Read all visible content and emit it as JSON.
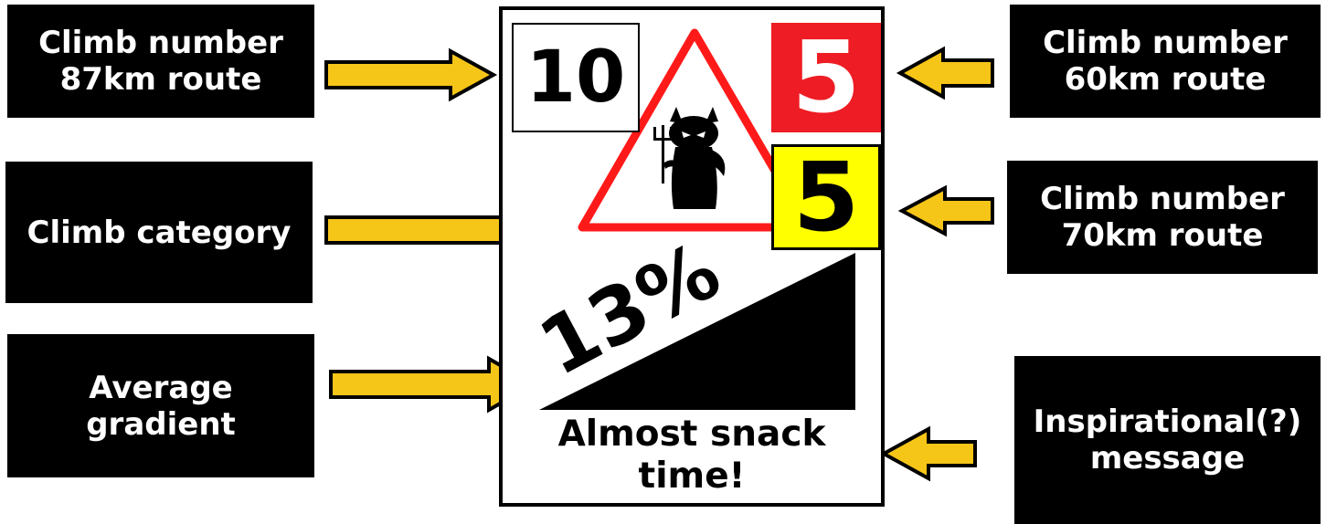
{
  "labels": {
    "climb_87_line1": "Climb number",
    "climb_87_line2": "87km route",
    "climb_category": "Climb category",
    "average_line1": "Average",
    "average_line2": "gradient",
    "climb_60_line1": "Climb number",
    "climb_60_line2": "60km route",
    "climb_70_line1": "Climb number",
    "climb_70_line2": "70km route",
    "message_line1": "Inspirational(?)",
    "message_line2": "message"
  },
  "sign": {
    "climb_87": "10",
    "climb_60": "5",
    "climb_70": "5",
    "gradient": "13%",
    "message_line1": "Almost snack",
    "message_line2": "time!"
  },
  "colors": {
    "arrow_fill": "#f5c518",
    "triangle_stroke": "#ff1a1a",
    "climb_60_bg": "#ee1c24",
    "climb_70_bg": "#ffff00"
  },
  "icons": {
    "climb_category": "devil-icon"
  }
}
